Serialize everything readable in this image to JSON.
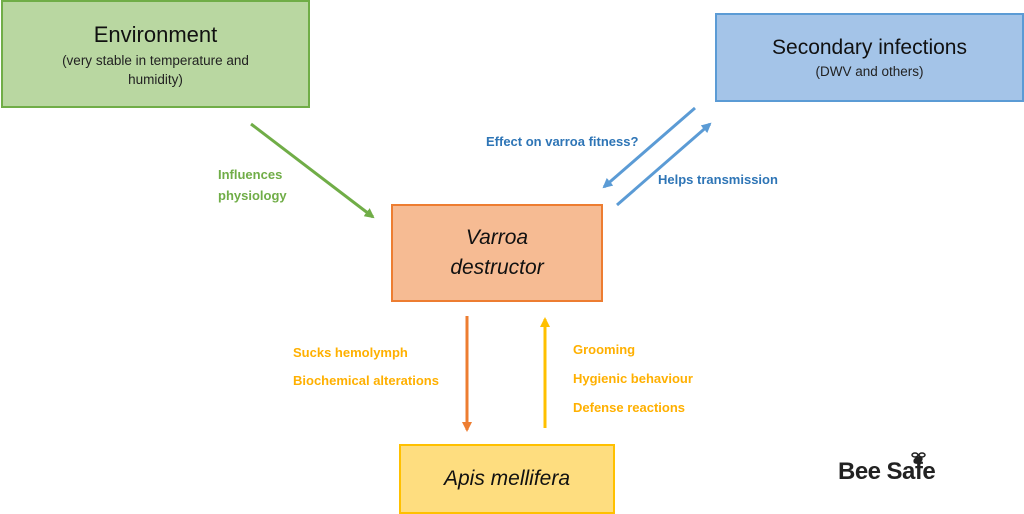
{
  "environment": {
    "title": "Environment",
    "subtitle_line1": "(very stable in temperature and",
    "subtitle_line2": "humidity)"
  },
  "secondary": {
    "title": "Secondary infections",
    "subtitle": "(DWV and others)"
  },
  "varroa": {
    "line1": "Varroa",
    "line2": "destructor"
  },
  "apis": {
    "label": "Apis mellifera"
  },
  "edges": {
    "env_to_varroa": {
      "line1": "Influences",
      "line2": "physiology"
    },
    "secondary_to_varroa": "Effect on varroa fitness?",
    "varroa_to_secondary": "Helps transmission",
    "varroa_to_apis": [
      "Sucks hemolymph",
      "Biochemical alterations"
    ],
    "apis_to_varroa": [
      "Grooming",
      "Hygienic behaviour",
      "Defense reactions"
    ]
  },
  "colors": {
    "green": "#70ad47",
    "blue": "#5b9bd5",
    "orange_arrow": "#ed7d31",
    "yellow_arrow": "#ffc000"
  },
  "logo": {
    "text_a": "Bee",
    "text_b": "Safe"
  }
}
